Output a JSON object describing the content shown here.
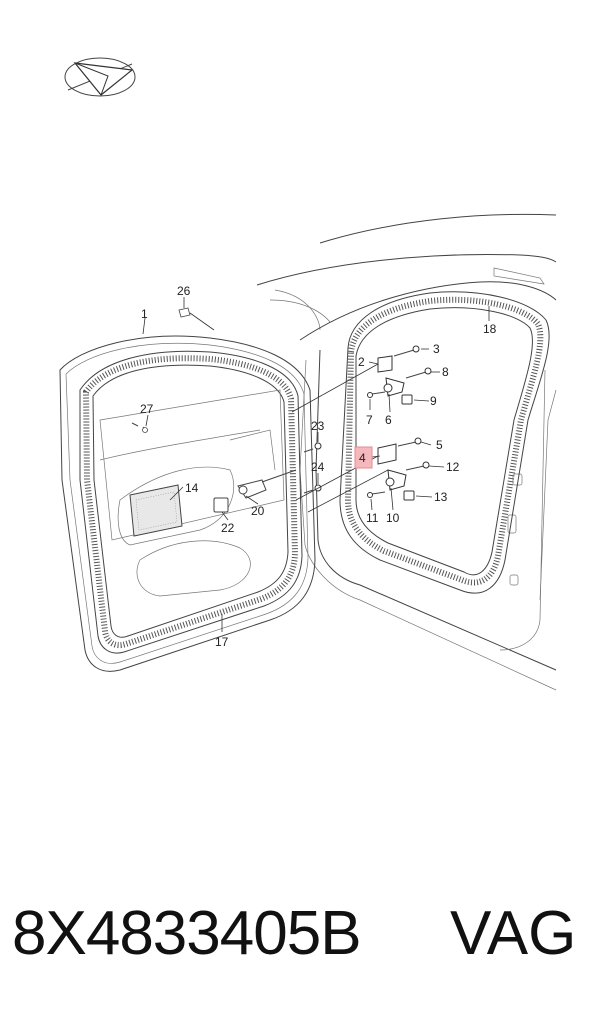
{
  "callouts": {
    "c1": "1",
    "c2": "2",
    "c3": "3",
    "c4": "4",
    "c5": "5",
    "c6": "6",
    "c7": "7",
    "c8": "8",
    "c9": "9",
    "c10": "10",
    "c11": "11",
    "c12": "12",
    "c13": "13",
    "c14": "14",
    "c17": "17",
    "c18": "18",
    "c20": "20",
    "c22": "22",
    "c23": "23",
    "c24": "24",
    "c26": "26",
    "c27": "27"
  },
  "highlight": {
    "callout": "4",
    "color": "#f4b8bd"
  },
  "footer": {
    "part_number": "8X4833405B",
    "brand": "VAG"
  },
  "icons": {
    "orientation": "direction-arrow-icon"
  }
}
